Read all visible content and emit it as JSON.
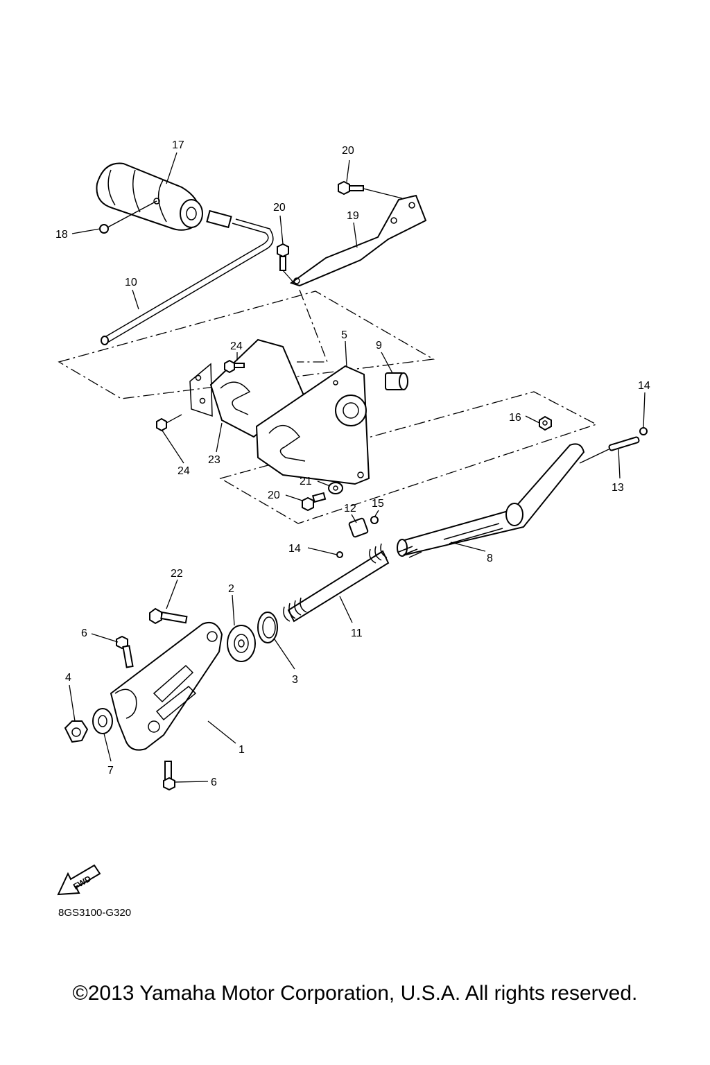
{
  "callouts": {
    "p1": "1",
    "p2": "2",
    "p3": "3",
    "p4": "4",
    "p5": "5",
    "p6a": "6",
    "p6b": "6",
    "p7": "7",
    "p8": "8",
    "p9": "9",
    "p10": "10",
    "p11": "11",
    "p12": "12",
    "p13": "13",
    "p14a": "14",
    "p14b": "14",
    "p15": "15",
    "p16": "16",
    "p17": "17",
    "p18": "18",
    "p19": "19",
    "p20a": "20",
    "p20b": "20",
    "p20c": "20",
    "p21": "21",
    "p22": "22",
    "p23": "23",
    "p24a": "24",
    "p24b": "24"
  },
  "fwd_label": "FWD",
  "drawing_code": "8GS3100-G320",
  "copyright": "©2013 Yamaha Motor Corporation, U.S.A. All rights reserved."
}
